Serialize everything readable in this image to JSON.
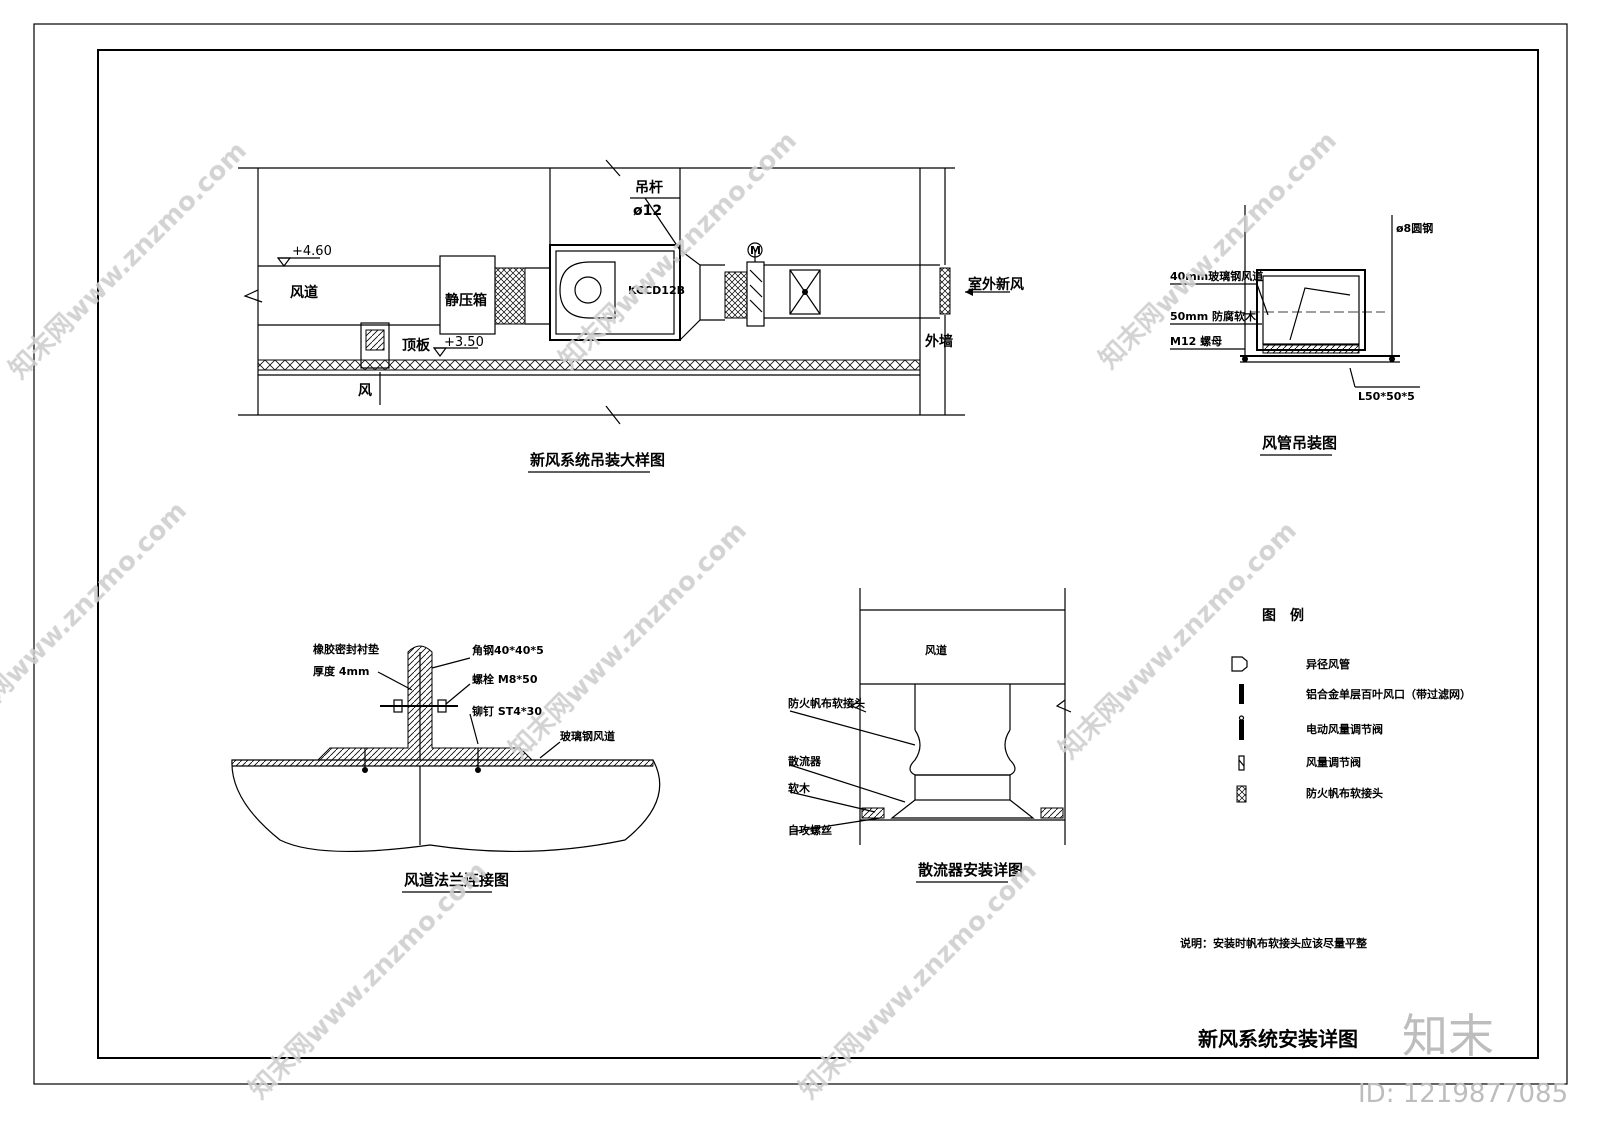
{
  "sheet": {
    "title": "新风系统安装详图",
    "note": "说明：安装时帆布软接头应该尽量平整"
  },
  "detail_main": {
    "title": "新风系统吊装大样图",
    "elev_top": "+4.60",
    "elev_bottom": "+3.50",
    "duct": "风道",
    "static_box": "静压箱",
    "unit": "KCCD12B",
    "rod": "吊杆",
    "rod_size": "ø12",
    "motor": "M",
    "outdoor_air": "室外新风",
    "outer_wall": "外墙",
    "ceiling": "顶板",
    "wind": "风"
  },
  "detail_hanger": {
    "title": "风管吊装图",
    "labels": [
      "40mm玻璃钢风道",
      "50mm 防腐软木",
      "M12 螺母",
      "ø8圆钢",
      "L50*50*5"
    ]
  },
  "detail_flange": {
    "title": "风道法兰连接图",
    "labels": [
      "橡胶密封衬垫",
      "厚度 4mm",
      "角钢40*40*5",
      "螺栓 M8*50",
      "铆钉 ST4*30",
      "玻璃钢风道"
    ]
  },
  "detail_diffuser": {
    "title": "散流器安装详图",
    "labels": [
      "风道",
      "防火帆布软接头",
      "散流器",
      "软木",
      "自攻螺丝"
    ]
  },
  "legend": {
    "title": "图　例",
    "items": [
      "异径风管",
      "铝合金单层百叶风口（带过滤网）",
      "电动风量调节阀",
      "风量调节阀",
      "防火帆布软接头"
    ]
  },
  "watermark": {
    "text": "知末网www.znzmo.com",
    "brand": "知末",
    "id": "ID: 1219877085"
  }
}
